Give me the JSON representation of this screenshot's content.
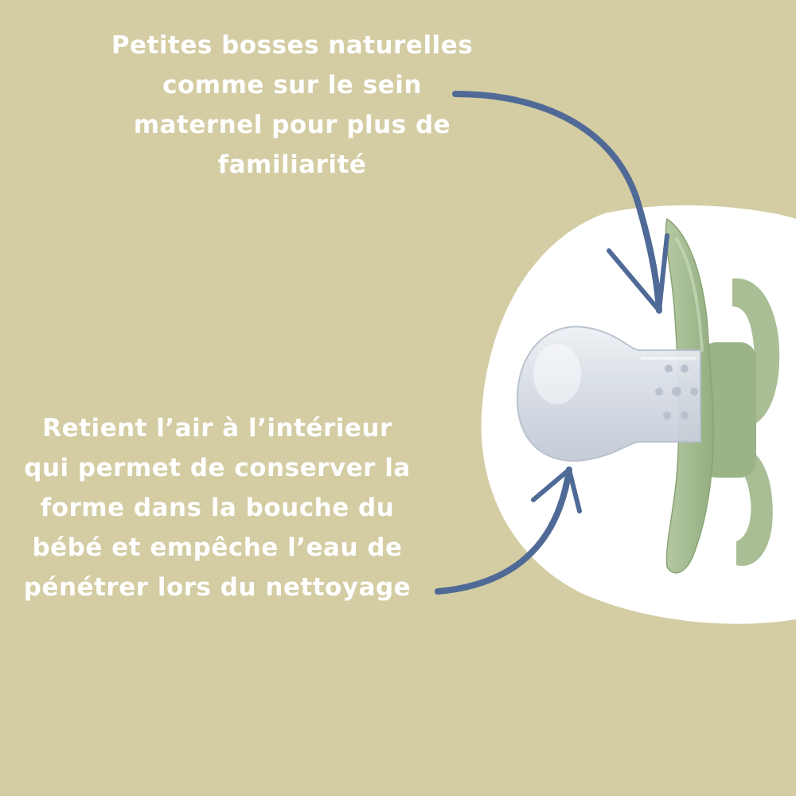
{
  "annotations": {
    "top": {
      "lines": [
        "Petites bosses naturelles",
        "comme sur le sein",
        "maternel pour plus de",
        "familiarité"
      ]
    },
    "bottom": {
      "lines": [
        "Retient l’air à l’intérieur",
        "qui permet de conserver la",
        "forme dans la bouche du",
        "bébé et empêche l’eau de",
        "pénétrer lors du nettoyage"
      ]
    }
  },
  "colors": {
    "background": "#d4cca3",
    "blob": "#ffffff",
    "text": "#ffffff",
    "arrow": "#4f6a96",
    "shield": "#a3bb8f",
    "nipple": "#dfe3ea"
  },
  "icons": {
    "top_arrow": "curved-arrow-icon",
    "bottom_arrow": "curved-arrow-icon",
    "product": "pacifier-icon"
  }
}
